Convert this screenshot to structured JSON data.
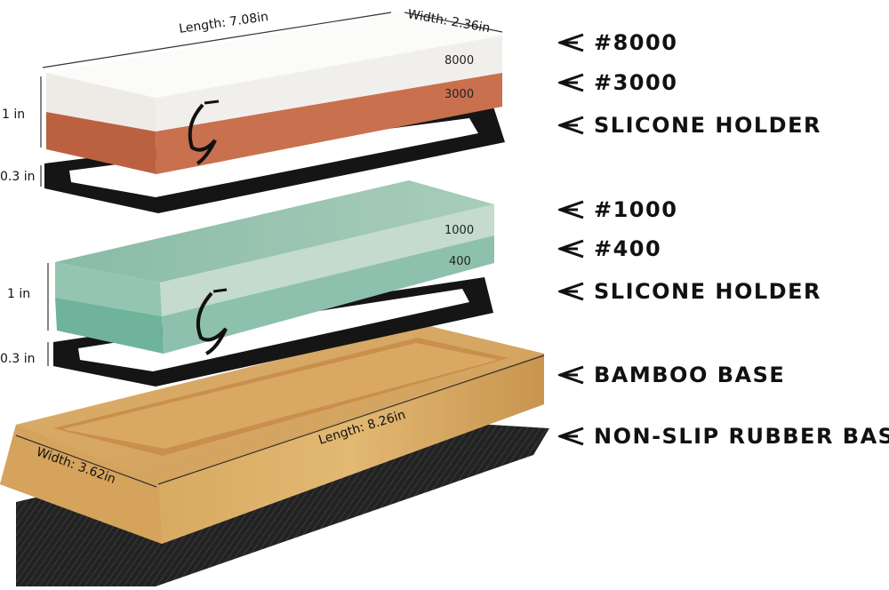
{
  "dimensions": {
    "top_length": "Length: 7.08in",
    "top_width": "Width: 2.36in",
    "stone_height_top": "1 in",
    "holder_height_top": "0.3 in",
    "stone_height_bottom": "1 in",
    "holder_height_bottom": "0.3 in",
    "base_length": "Length: 8.26in",
    "base_width": "Width: 3.62in"
  },
  "stones": {
    "top_upper_grit": "8000",
    "top_lower_grit": "3000",
    "bottom_upper_grit": "1000",
    "bottom_lower_grit": "400"
  },
  "callouts": [
    {
      "label": "#8000",
      "icon": "arrow-left-icon"
    },
    {
      "label": "#3000",
      "icon": "arrow-left-icon"
    },
    {
      "label": "SLICONE HOLDER",
      "icon": "arrow-left-icon"
    },
    {
      "label": "#1000",
      "icon": "arrow-left-icon"
    },
    {
      "label": "#400",
      "icon": "arrow-left-icon"
    },
    {
      "label": "SLICONE HOLDER",
      "icon": "arrow-left-icon"
    },
    {
      "label": "BAMBOO BASE",
      "icon": "arrow-left-icon"
    },
    {
      "label": "NON-SLIP RUBBER BASE",
      "icon": "arrow-left-icon"
    }
  ],
  "colors": {
    "white_stone": "#f4f2ef",
    "orange_stone": "#c9704f",
    "light_green_stone": "#c7dccf",
    "green_stone": "#8cc0ab",
    "silicone_holder": "#151515",
    "bamboo": "#d9ab63",
    "rubber": "#1e1e1e"
  }
}
